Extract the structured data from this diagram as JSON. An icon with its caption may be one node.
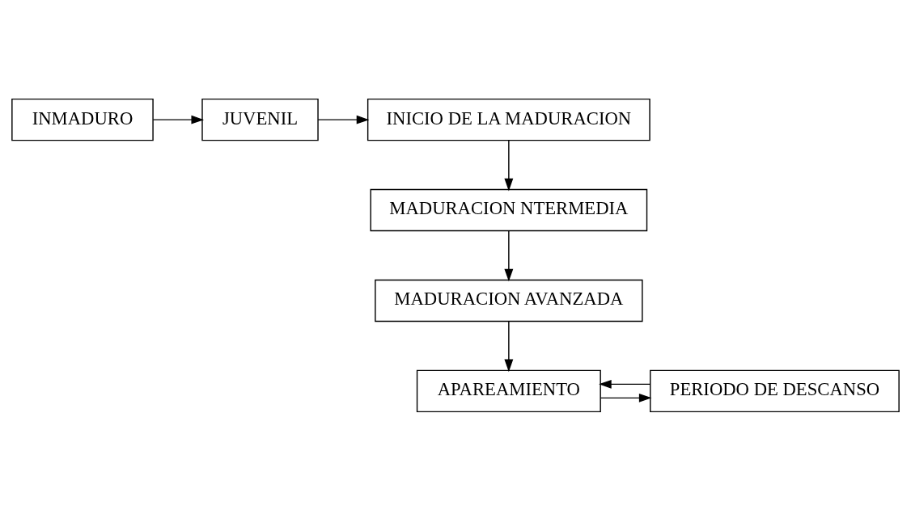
{
  "diagram": {
    "nodes": [
      {
        "text": [
          "INMADURO"
        ]
      },
      {
        "text": [
          "JUVENIL"
        ]
      },
      {
        "text": [
          "INICIO DE LA MADURACION"
        ]
      },
      {
        "text": [
          "MADURACION NTERMEDIA"
        ]
      },
      {
        "text": [
          "MADURACION AVANZADA"
        ]
      },
      {
        "text": [
          "PERIODO DE DESCANSO"
        ]
      },
      {
        "text": [
          "APAREAMIENTO"
        ]
      }
    ],
    "edges": [
      {
        "from": 0,
        "to": 1,
        "arrow": "to"
      },
      {
        "from": 1,
        "to": 2,
        "arrow": "to"
      },
      {
        "from": 2,
        "to": 3,
        "arrow": "to"
      },
      {
        "from": 3,
        "to": 4,
        "arrow": "to"
      },
      {
        "from": 4,
        "to": 6,
        "arrow": "to"
      },
      {
        "from": 6,
        "to": 5,
        "arrow": "to"
      },
      {
        "from": 5,
        "to": 6,
        "arrow": "to"
      }
    ]
  }
}
